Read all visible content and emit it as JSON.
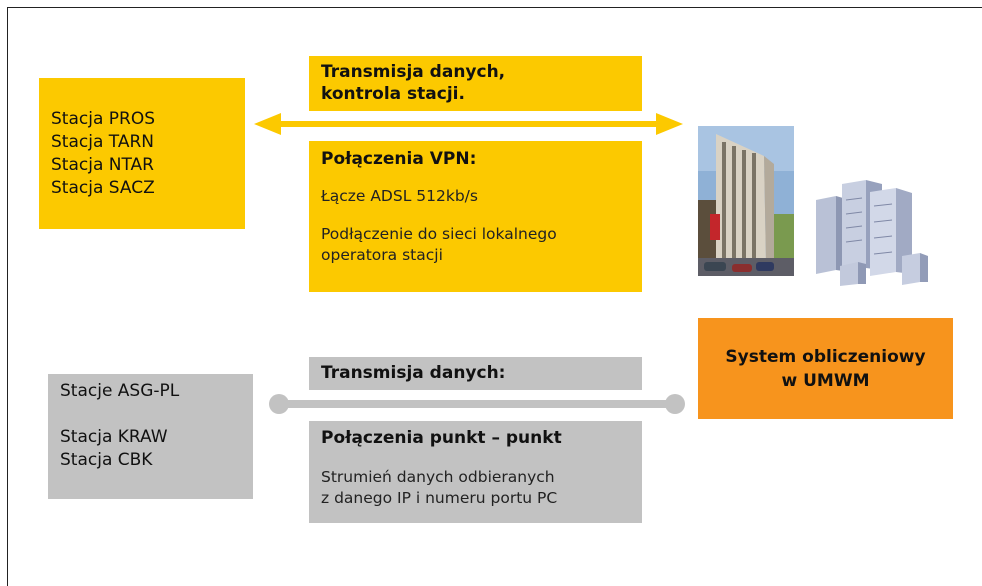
{
  "top_left": {
    "stations": [
      "Stacja PROS",
      "Stacja TARN",
      "Stacja NTAR",
      "Stacja SACZ"
    ]
  },
  "top_link": {
    "title_line1": "Transmisja danych,",
    "title_line2": "kontrola stacji.",
    "vpn_title": "Połączenia VPN:",
    "vpn_line1": "Łącze ADSL 512kb/s",
    "vpn_line2a": "Podłączenie do sieci lokalnego",
    "vpn_line2b": "operatora stacji"
  },
  "bottom_left": {
    "line1": "Stacje ASG-PL",
    "line2": "Stacja KRAW",
    "line3": "Stacja CBK"
  },
  "bottom_link": {
    "title": "Transmisja danych:",
    "p2p_title": "Połączenia punkt – punkt",
    "p2p_line1": "Strumień danych odbieranych",
    "p2p_line2": "z danego IP i numeru portu PC"
  },
  "system": {
    "line1": "System obliczeniowy",
    "line2": "w UMWM"
  },
  "colors": {
    "yellow": "#fcc900",
    "gray": "#c2c2c2",
    "orange": "#f7941d"
  }
}
